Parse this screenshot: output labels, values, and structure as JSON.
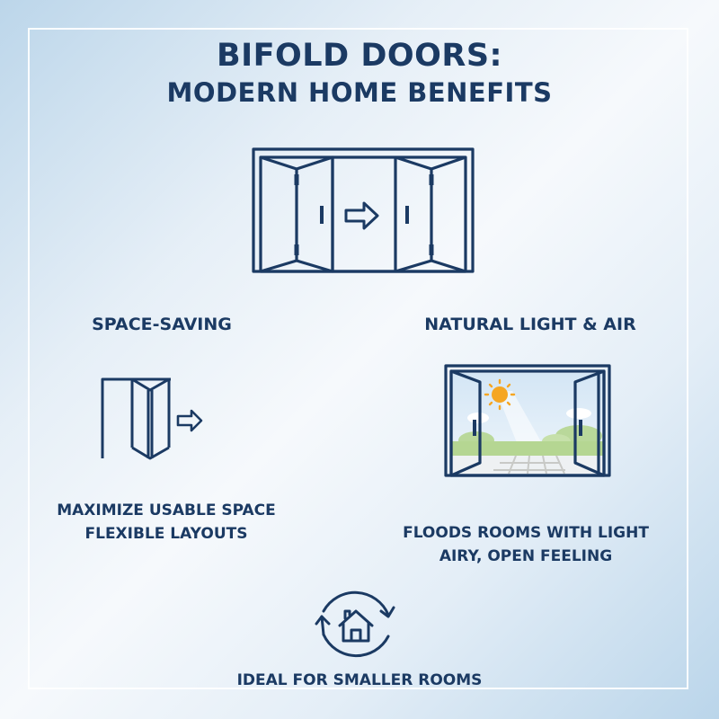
{
  "title": {
    "line1": "BIFOLD DOORS:",
    "line2": "MODERN HOME BENEFITS"
  },
  "hero_icon": "bifold-door-open-icon",
  "sections": [
    {
      "heading": "SPACE-SAVING",
      "icon": "folding-door-icon",
      "lines": [
        "MAXIMIZE USABLE SPACE",
        "FLEXIBLE LAYOUTS"
      ]
    },
    {
      "heading": "NATURAL LIGHT & AIR",
      "icon": "open-doors-sunny-view-icon",
      "lines": [
        "FLOODS ROOMS WITH LIGHT",
        "AIRY, OPEN FEELING"
      ]
    }
  ],
  "footer": {
    "icon": "house-cycle-icon",
    "label": "IDEAL FOR SMALLER ROOMS"
  },
  "colors": {
    "navy": "#1b3a63",
    "sun": "#f5a623",
    "grass": "#a8cf80",
    "sky": "#dceaf6"
  }
}
